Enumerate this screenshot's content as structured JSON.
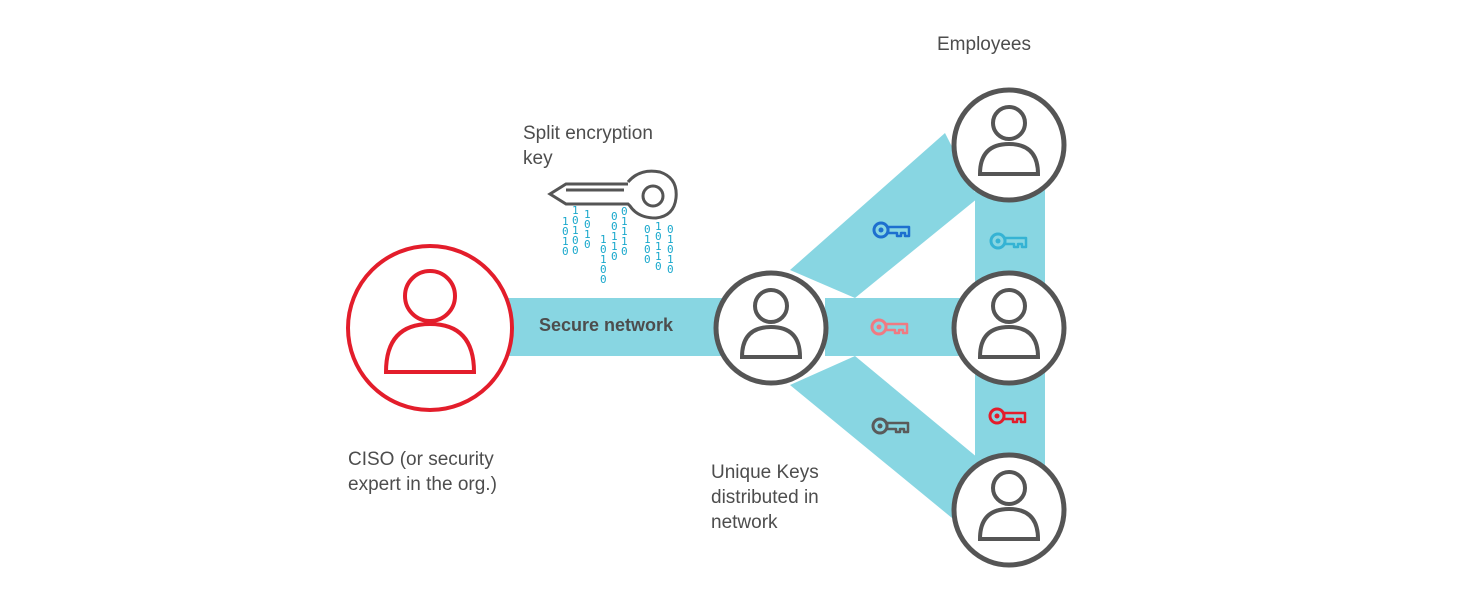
{
  "labels": {
    "employees": "Employees",
    "split_key": "Split encryption\nkey",
    "secure_network": "Secure network",
    "ciso": "CISO (or security\nexpert in the org.)",
    "unique_keys": "Unique Keys\ndistributed in\nnetwork"
  },
  "binary_columns": [
    "1010",
    "10100",
    "1010",
    "10100",
    "00110",
    "01110",
    "0100",
    "10110",
    "01010"
  ],
  "colors": {
    "link": "#88d6e2",
    "ciso": "#e31d2b",
    "node": "#555555",
    "key_blue": "#1d6fcf",
    "key_cyan": "#35b3d4",
    "key_pink": "#f07a82",
    "key_red": "#e31d2b",
    "key_gray": "#5a5a5a",
    "binary": "#1aa8cc"
  },
  "icons": [
    "person-icon",
    "key-icon",
    "split-key-icon"
  ]
}
